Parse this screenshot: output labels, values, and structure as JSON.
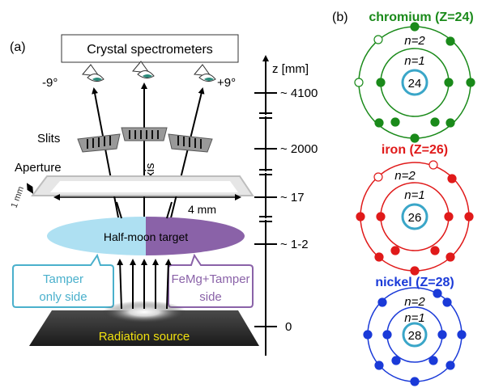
{
  "panel_a": {
    "label": "(a)",
    "spectrometers_title": "Crystal spectrometers",
    "angle_left": "-9°",
    "angle_right": "+9°",
    "slits_label": "Slits",
    "z_axis_label": "z axis",
    "aperture_label": "Aperture",
    "dim_1mm": "1 mm",
    "dim_4mm": "4 mm",
    "target_label": "Half-moon target",
    "callout_left_line1": "Tamper",
    "callout_left_line2": "only side",
    "callout_right_line1": "FeMg+Tamper",
    "callout_right_line2": "side",
    "source_label": "Radiation source",
    "scale_title": "z [mm]",
    "scale_ticks": [
      "~ 4100",
      "~ 2000",
      "~ 17",
      "~ 1-2",
      "0"
    ]
  },
  "panel_b": {
    "label": "(b)",
    "atoms": [
      {
        "title": "chromium (Z=24)",
        "nucleus": "24",
        "n2": "n=2",
        "n1": "n=1",
        "color": "#1a8a1a"
      },
      {
        "title": "iron (Z=26)",
        "nucleus": "26",
        "n2": "n=2",
        "n1": "n=1",
        "color": "#e01a1a"
      },
      {
        "title": "nickel (Z=28)",
        "nucleus": "28",
        "n2": "n=2",
        "n1": "n=1",
        "color": "#1a3ad8"
      }
    ]
  },
  "colors": {
    "nucleus_ring": "#3aa6c8",
    "tamper_side": "#aee0f2",
    "femg_side": "#8a62a8",
    "callout_left": "#4ab0cc",
    "callout_right": "#8a62a8",
    "source_text": "#f0e010"
  }
}
